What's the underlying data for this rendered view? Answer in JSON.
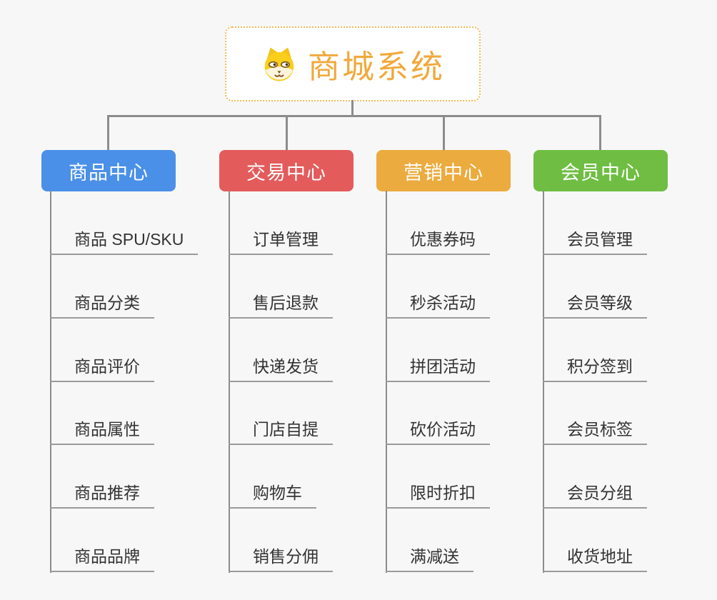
{
  "title": {
    "label": "商城系统",
    "icon": "dog-face-icon"
  },
  "colors": {
    "bg": "#f7f7f7",
    "connector": "#8c8c8c",
    "underline": "#9a9a9a",
    "leaf_text": "#333333",
    "root_text": "#f0a93c",
    "root_border": "#f3bb57"
  },
  "branches": [
    {
      "id": "product-center",
      "label": "商品中心",
      "color": "#4a90e8",
      "children": [
        "商品 SPU/SKU",
        "商品分类",
        "商品评价",
        "商品属性",
        "商品推荐",
        "商品品牌"
      ]
    },
    {
      "id": "trade-center",
      "label": "交易中心",
      "color": "#e45b5b",
      "children": [
        "订单管理",
        "售后退款",
        "快递发货",
        "门店自提",
        "购物车",
        "销售分佣"
      ]
    },
    {
      "id": "marketing-center",
      "label": "营销中心",
      "color": "#ebab3e",
      "children": [
        "优惠券码",
        "秒杀活动",
        "拼团活动",
        "砍价活动",
        "限时折扣",
        "满减送"
      ]
    },
    {
      "id": "member-center",
      "label": "会员中心",
      "color": "#6fbe43",
      "children": [
        "会员管理",
        "会员等级",
        "积分签到",
        "会员标签",
        "会员分组",
        "收货地址"
      ]
    }
  ]
}
